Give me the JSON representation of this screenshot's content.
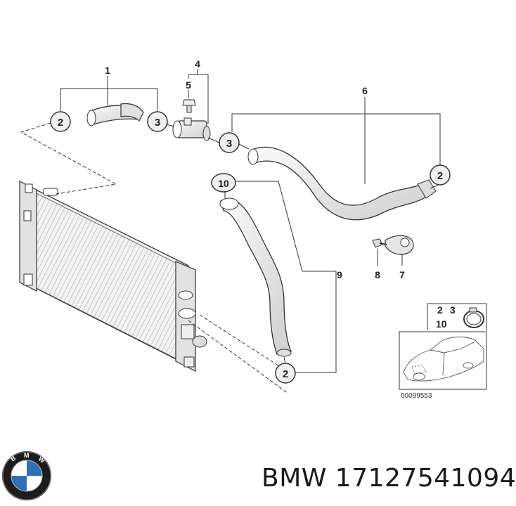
{
  "diagram": {
    "callouts": {
      "c1": "1",
      "c4": "4",
      "c5": "5",
      "c6": "6",
      "c7": "7",
      "c8": "8",
      "c9": "9",
      "circle_2_left": "2",
      "circle_3_upper": "3",
      "circle_3_mid": "3",
      "circle_2_right": "2",
      "circle_10": "10",
      "circle_2_bottom": "2"
    },
    "inset": {
      "applies_to_2": "2",
      "applies_to_3": "3",
      "applies_to_10": "10",
      "reference_code": "00099553"
    }
  },
  "footer": {
    "brand_logo_letters": "BMW",
    "part_number": "BMW 17127541094"
  },
  "colors": {
    "line": "#333333",
    "part_fill": "#e9e9e9",
    "circle_fill": "#efefef",
    "text": "#1a1a1a"
  }
}
